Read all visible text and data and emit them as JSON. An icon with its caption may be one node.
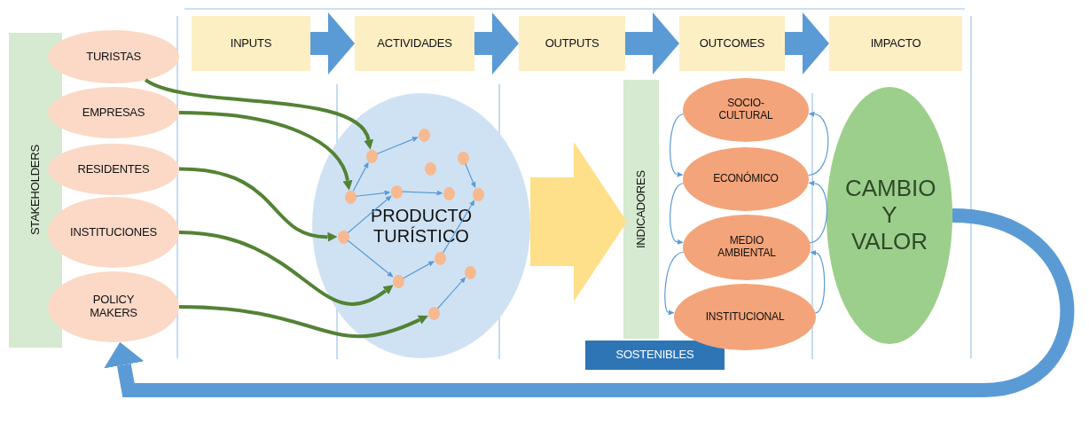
{
  "diagram": {
    "nodes": [
      {
        "text": [
          "STAKEHOLDERS"
        ]
      },
      {
        "text": [
          "TURISTAS"
        ]
      },
      {
        "text": [
          "EMPRESAS"
        ]
      },
      {
        "text": [
          "RESIDENTES"
        ]
      },
      {
        "text": [
          "INSTITUCIONES"
        ]
      },
      {
        "text": [
          "POLICY MAKERS"
        ]
      },
      {
        "text": [
          "INPUTS"
        ]
      },
      {
        "text": [
          "ACTIVIDADES"
        ]
      },
      {
        "text": [
          "OUTPUTS"
        ]
      },
      {
        "text": [
          "OUTCOMES"
        ]
      },
      {
        "text": [
          "IMPACTO"
        ]
      },
      {
        "text": [
          "PRODUCTO TURÍSTICO"
        ]
      },
      {
        "text": [],
        "shape": "circle",
        "in": 11
      },
      {
        "text": [],
        "shape": "circle",
        "in": 11
      },
      {
        "text": [],
        "shape": "circle",
        "in": 11
      },
      {
        "text": [],
        "shape": "circle",
        "in": 11
      },
      {
        "text": [],
        "shape": "circle",
        "in": 11
      },
      {
        "text": [],
        "shape": "circle",
        "in": 11
      },
      {
        "text": [],
        "shape": "circle",
        "in": 11
      },
      {
        "text": [],
        "shape": "circle",
        "in": 11
      },
      {
        "text": [],
        "shape": "circle",
        "in": 11
      },
      {
        "text": [],
        "shape": "circle",
        "in": 11
      },
      {
        "text": [],
        "shape": "circle",
        "in": 11
      },
      {
        "text": [],
        "shape": "circle",
        "in": 11
      },
      {
        "text": [],
        "shape": "circle",
        "in": 11
      },
      {
        "text": [
          "INDICADORES"
        ]
      },
      {
        "text": [
          "SOSTENIBLES"
        ]
      },
      {
        "text": [
          "SOCIO-CULTURAL"
        ]
      },
      {
        "text": [
          "ECONÓMICO"
        ]
      },
      {
        "text": [
          "MEDIO AMBIENTAL"
        ]
      },
      {
        "text": [
          "INSTITUCIONAL"
        ]
      },
      {
        "text": [
          "CAMBIO Y VALOR"
        ]
      }
    ],
    "edges": [
      {
        "from": 1,
        "to": 14,
        "arrow": "to",
        "style": "thick",
        "color": "#548235"
      },
      {
        "from": 2,
        "to": 13,
        "arrow": "to",
        "style": "thick",
        "color": "#548235"
      },
      {
        "from": 3,
        "to": 12,
        "arrow": "to",
        "style": "thick",
        "color": "#548235"
      },
      {
        "from": 4,
        "to": 16,
        "arrow": "to",
        "style": "thick",
        "color": "#548235"
      },
      {
        "from": 5,
        "to": 19,
        "arrow": "to",
        "style": "thick",
        "color": "#548235"
      },
      {
        "from": 13,
        "to": 14,
        "arrow": "to"
      },
      {
        "from": 14,
        "to": 17,
        "arrow": "to"
      },
      {
        "from": 13,
        "to": 15,
        "arrow": "to"
      },
      {
        "from": 15,
        "to": 21,
        "arrow": "to"
      },
      {
        "from": 22,
        "to": 24,
        "arrow": "to"
      },
      {
        "from": 12,
        "to": 15,
        "arrow": "to"
      },
      {
        "from": 20,
        "to": 24,
        "arrow": "to"
      },
      {
        "from": 12,
        "to": 16,
        "arrow": "to"
      },
      {
        "from": 16,
        "to": 20,
        "arrow": "to"
      },
      {
        "from": 19,
        "to": 23,
        "arrow": "to"
      },
      {
        "from": 6,
        "to": 7,
        "arrow": "to",
        "style": "thick"
      },
      {
        "from": 7,
        "to": 8,
        "arrow": "to",
        "style": "thick"
      },
      {
        "from": 8,
        "to": 9,
        "arrow": "to",
        "style": "thick"
      },
      {
        "from": 9,
        "to": 10,
        "arrow": "to",
        "style": "thick"
      },
      {
        "from": 11,
        "to": 25,
        "arrow": "to",
        "style": "thick",
        "color": "#ffe08a"
      },
      {
        "from": 27,
        "to": 28,
        "arrow": "to"
      },
      {
        "from": 28,
        "to": 29,
        "arrow": "to"
      },
      {
        "from": 29,
        "to": 30,
        "arrow": "to"
      },
      {
        "from": 28,
        "to": 27,
        "arrow": "to"
      },
      {
        "from": 29,
        "to": 28,
        "arrow": "to"
      },
      {
        "from": 30,
        "to": 29,
        "arrow": "to"
      },
      {
        "from": 31,
        "to": 5,
        "arrow": "to",
        "style": "thick"
      }
    ]
  }
}
